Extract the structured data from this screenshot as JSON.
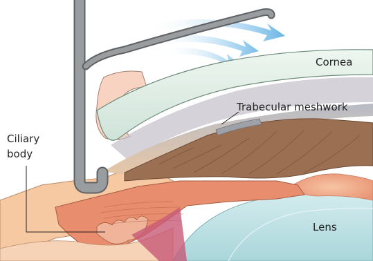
{
  "labels": {
    "cornea": "Cornea",
    "trabecular_meshwork": "Trabecular meshwork",
    "ciliary_body_line1": "Ciliary",
    "ciliary_body_line2": "body",
    "lens": "Lens"
  },
  "colors": {
    "cornea_fill": "#dfeee5",
    "cornea_outline": "#6c8a78",
    "iris": "#9b6f52",
    "ciliary_body": "#e88e6e",
    "sclera": "#f6c9a3",
    "lens": "#bfe1e3",
    "instrument": "#8f9294",
    "arrow": "#4da7e2"
  },
  "icons": {
    "instrument": "irrigation-cannula",
    "arrows": "flow-arrow"
  }
}
